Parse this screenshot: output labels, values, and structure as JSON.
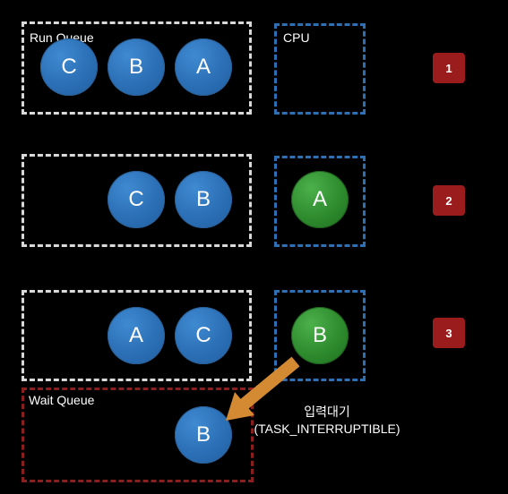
{
  "run_queue_label": "Run Queue",
  "cpu_label": "CPU",
  "wait_queue_label": "Wait Queue",
  "steps": [
    "1",
    "2",
    "3"
  ],
  "row1": {
    "queue": [
      "C",
      "B",
      "A"
    ],
    "cpu": ""
  },
  "row2": {
    "queue": [
      "C",
      "B"
    ],
    "cpu": "A"
  },
  "row3": {
    "queue": [
      "A",
      "C"
    ],
    "cpu": "B"
  },
  "wait_queue": [
    "B"
  ],
  "annotation": {
    "line1": "입력대기",
    "line2": "(TASK_INTERRUPTIBLE)"
  },
  "colors": {
    "process_ready": "#2b6fb6",
    "process_running": "#2e8b2e",
    "step_badge": "#9b1c1c",
    "arrow": "#d38a33"
  }
}
